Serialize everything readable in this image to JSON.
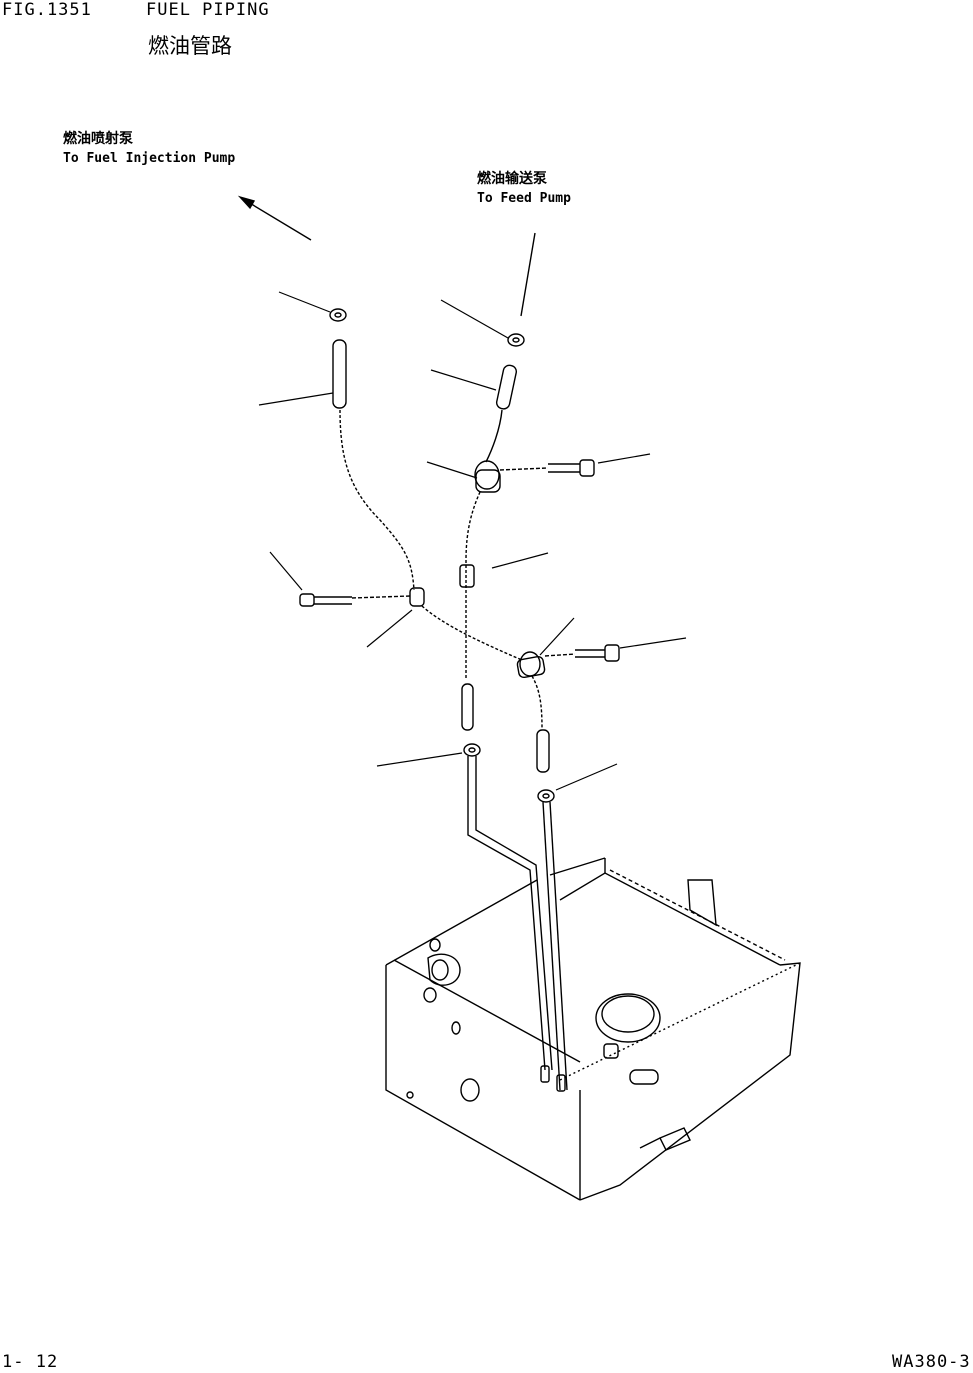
{
  "header": {
    "fig_no": "FIG.1351",
    "title_en": "FUEL PIPING",
    "title_cn": "燃油管路"
  },
  "labels": {
    "injection_pump": {
      "cn": "燃油喷射泵",
      "en": "To Fuel Injection Pump"
    },
    "feed_pump": {
      "cn": "燃油输送泵",
      "en": "To Feed Pump"
    }
  },
  "footer": {
    "page": "1- 12",
    "model": "WA380-3"
  },
  "colors": {
    "ink": "#000000",
    "paper": "#ffffff"
  }
}
